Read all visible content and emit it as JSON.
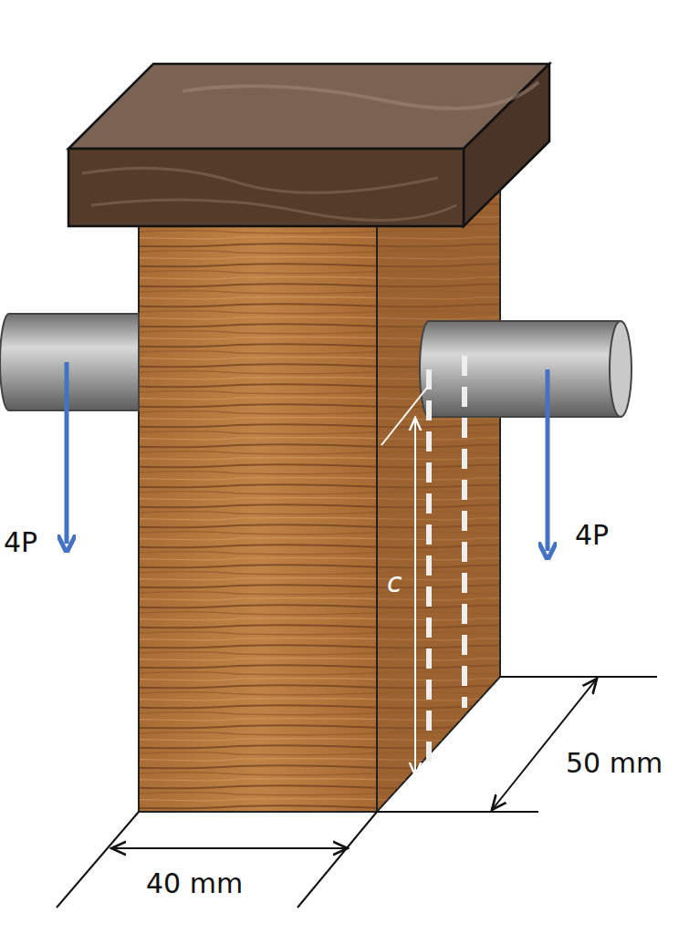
{
  "diagram": {
    "labels": [
      "4P",
      "4P",
      "c",
      "40 mm",
      "50 mm"
    ]
  }
}
